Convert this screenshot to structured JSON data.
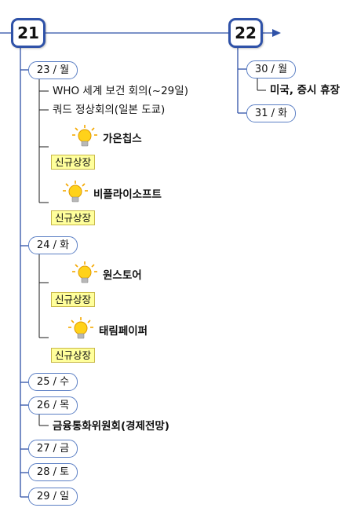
{
  "weeks": [
    {
      "label": "21"
    },
    {
      "label": "22"
    }
  ],
  "week21": {
    "days": [
      {
        "label": "23 / 월"
      },
      {
        "label": "24 / 화"
      },
      {
        "label": "25 / 수"
      },
      {
        "label": "26 / 목"
      },
      {
        "label": "27 / 금"
      },
      {
        "label": "28 / 토"
      },
      {
        "label": "29 / 일"
      }
    ],
    "mon_events": [
      {
        "text": "WHO 세계 보건 회의(~29일)"
      },
      {
        "text": "쿼드 정상회의(일본 도쿄)"
      }
    ],
    "mon_listings": [
      {
        "name": "가온칩스",
        "tag": "신규상장"
      },
      {
        "name": "비플라이소프트",
        "tag": "신규상장"
      }
    ],
    "tue_listings": [
      {
        "name": "원스토어",
        "tag": "신규상장"
      },
      {
        "name": "태림페이퍼",
        "tag": "신규상장"
      }
    ],
    "thu_events": [
      {
        "text": "금융통화위원회(경제전망)"
      }
    ]
  },
  "week22": {
    "days": [
      {
        "label": "30 / 월"
      },
      {
        "label": "31 / 화"
      }
    ],
    "mon_events": [
      {
        "text": "미국, 증시 휴장"
      }
    ]
  },
  "colors": {
    "line": "#2f52a8",
    "tag_bg": "#ffff9c",
    "bulb": "#f5b800"
  },
  "icons": [
    "lightbulb-icon"
  ]
}
